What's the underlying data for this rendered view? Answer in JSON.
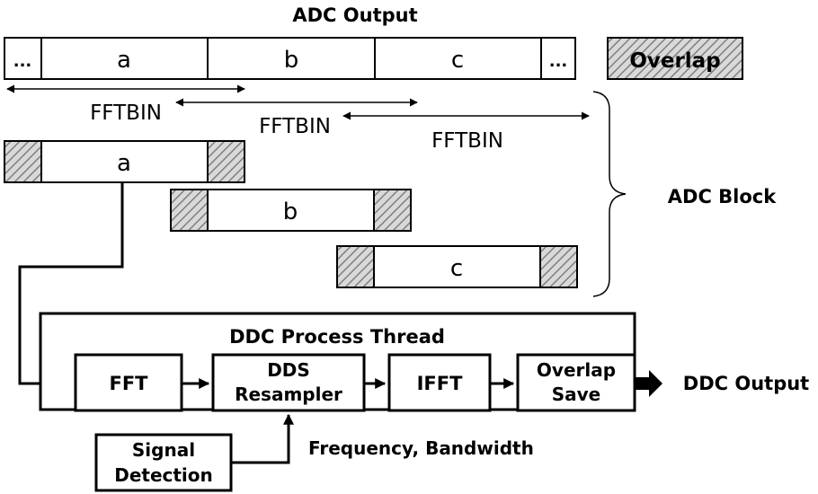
{
  "adc_output": {
    "title": "ADC Output",
    "segments": [
      "...",
      "a",
      "b",
      "c",
      "..."
    ]
  },
  "legend": {
    "overlap_label": "Overlap"
  },
  "fftbin_labels": [
    "FFTBIN",
    "FFTBIN",
    "FFTBIN"
  ],
  "adc_block": {
    "label": "ADC Block",
    "blocks": [
      "a",
      "b",
      "c"
    ]
  },
  "ddc_thread": {
    "title": "DDC Process Thread",
    "stages": {
      "fft": "FFT",
      "dds_line1": "DDS",
      "dds_line2": "Resampler",
      "ifft": "IFFT",
      "overlap_line1": "Overlap",
      "overlap_line2": "Save"
    },
    "output_label": "DDC Output"
  },
  "signal_detection": {
    "line1": "Signal",
    "line2": "Detection",
    "output_label": "Frequency, Bandwidth"
  },
  "colors": {
    "stroke": "#000000",
    "hatch": "#8c8c8c",
    "background": "#ffffff"
  }
}
